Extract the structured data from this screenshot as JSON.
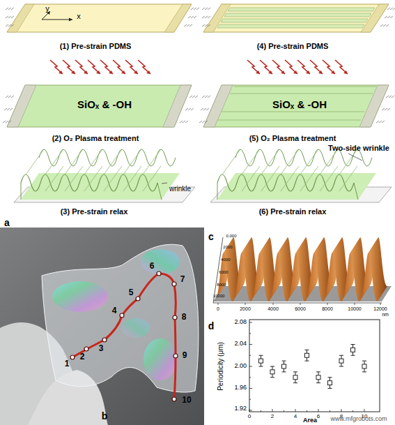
{
  "diagram": {
    "labels": [
      "y",
      "x",
      "(1) Pre-strain PDMS",
      "(4) Pre-strain PDMS",
      "SiOₓ & -OH",
      "(2) O₂ Plasma treatment",
      "SiOₓ & -OH",
      "(5) O₂ Plasma treatment",
      "wrinkle",
      "(3) Pre-strain relax",
      "Two-side wrinkle",
      "(6) Pre-strain relax",
      "a",
      "1",
      "2",
      "3",
      "4",
      "5",
      "6",
      "7",
      "8",
      "9",
      "10",
      "b",
      "c",
      "0",
      "2000",
      "4000",
      "6000",
      "8000",
      "10000",
      "12000",
      "nm",
      "0.000",
      "2000",
      "4000",
      "6000",
      "8000",
      "10000",
      "d",
      "2.08",
      "2.04",
      "2.00",
      "1.96",
      "1.92",
      "Periodicity (μm)",
      "0",
      "2",
      "4",
      "6",
      "8",
      "10",
      "Area",
      "www.mfgrobots.com"
    ]
  }
}
